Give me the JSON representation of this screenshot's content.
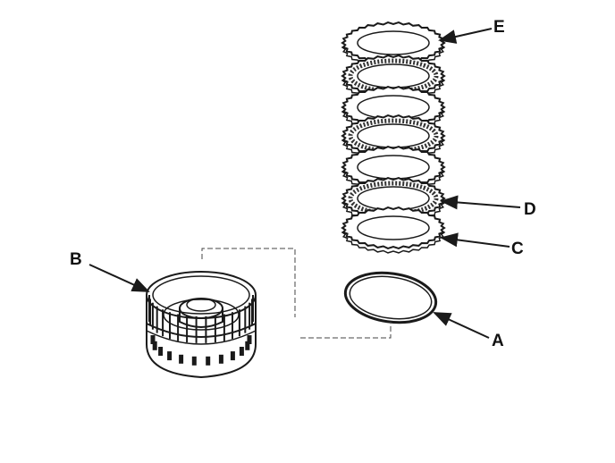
{
  "diagram": {
    "colors": {
      "ink": "#1a1a1a",
      "paper": "#ffffff",
      "shade": "#555555"
    },
    "callouts": [
      {
        "id": "A",
        "label": "A",
        "part": "o-ring"
      },
      {
        "id": "B",
        "label": "B",
        "part": "clutch-drum"
      },
      {
        "id": "C",
        "label": "C",
        "part": "clutch-end-plate"
      },
      {
        "id": "D",
        "label": "D",
        "part": "clutch-disc"
      },
      {
        "id": "E",
        "label": "E",
        "part": "clutch-plate-top"
      }
    ]
  }
}
